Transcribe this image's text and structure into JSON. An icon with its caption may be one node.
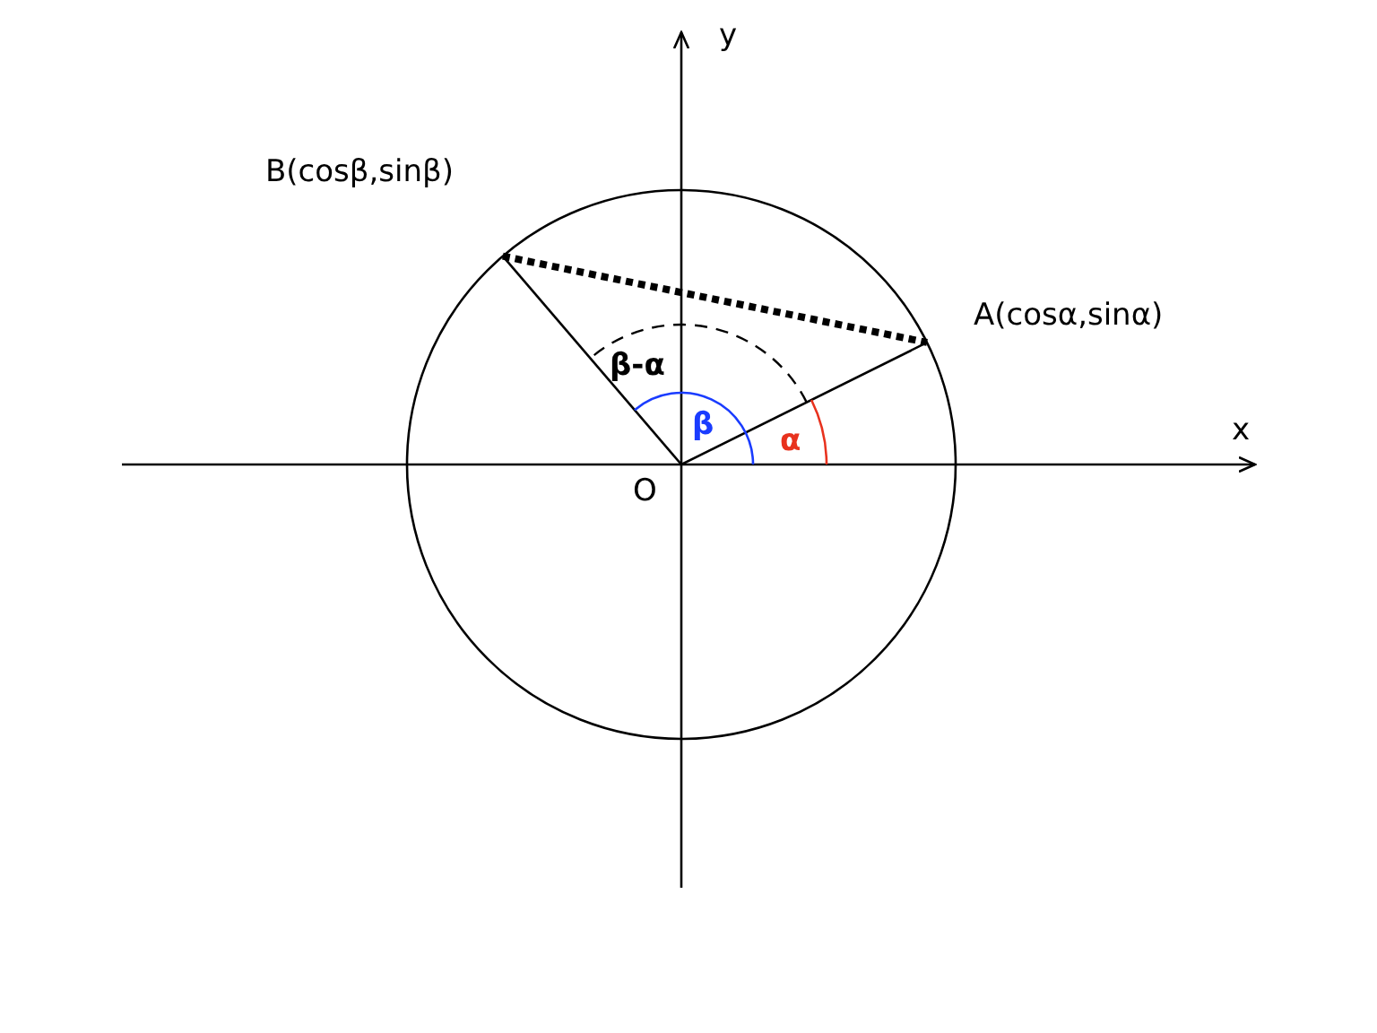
{
  "diagram": {
    "labels": [
      "y",
      "B(cosβ,sinβ)",
      "A(cosα,sinα)",
      "β-α",
      "β",
      "α",
      "x",
      "O"
    ]
  }
}
